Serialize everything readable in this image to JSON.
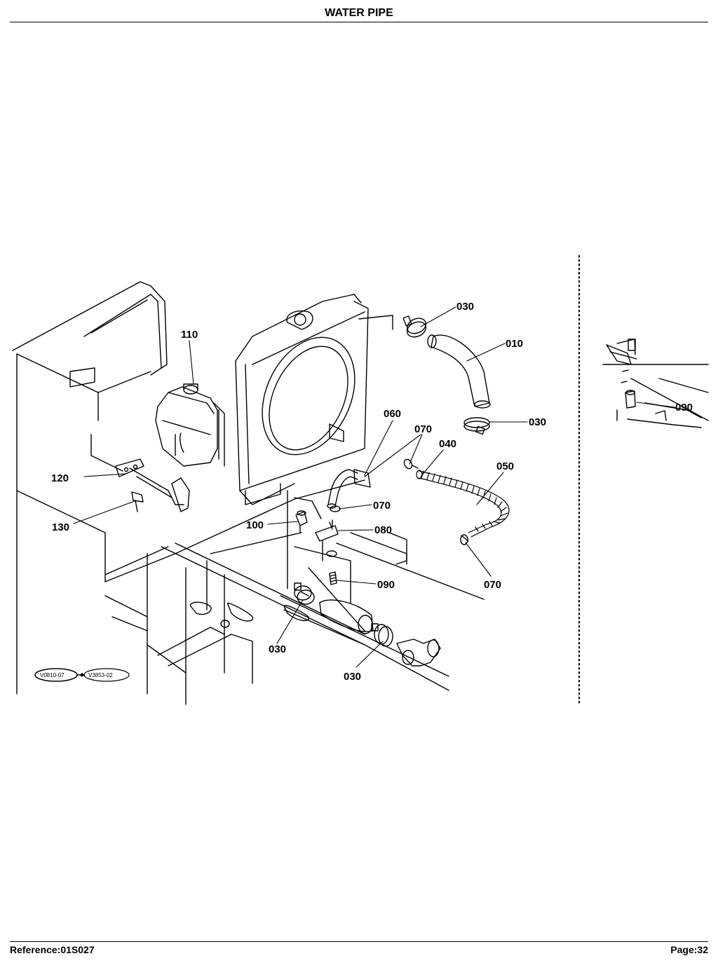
{
  "page": {
    "title": "WATER PIPE",
    "reference": "Reference:01S027",
    "page_number": "Page:32"
  },
  "callouts": [
    {
      "id": "c030a",
      "label": "030"
    },
    {
      "id": "c010",
      "label": "010"
    },
    {
      "id": "c110",
      "label": "110"
    },
    {
      "id": "c030b",
      "label": "030"
    },
    {
      "id": "c060",
      "label": "060"
    },
    {
      "id": "c070a",
      "label": "070"
    },
    {
      "id": "c040",
      "label": "040"
    },
    {
      "id": "c050",
      "label": "050"
    },
    {
      "id": "c120",
      "label": "120"
    },
    {
      "id": "c070b",
      "label": "070"
    },
    {
      "id": "c130",
      "label": "130"
    },
    {
      "id": "c100",
      "label": "100"
    },
    {
      "id": "c080",
      "label": "080"
    },
    {
      "id": "c090a",
      "label": "090"
    },
    {
      "id": "c070c",
      "label": "070"
    },
    {
      "id": "c030c",
      "label": "030"
    },
    {
      "id": "c030d",
      "label": "030"
    },
    {
      "id": "c090b",
      "label": "090"
    }
  ],
  "model_tags": {
    "left": "V0810-07",
    "right": "V3853-02"
  }
}
